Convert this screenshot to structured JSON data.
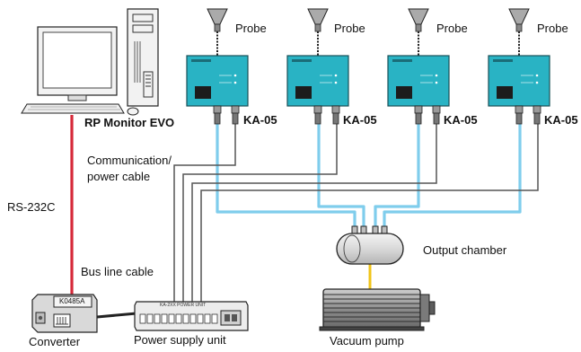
{
  "labels": {
    "probe": "Probe",
    "detector": "KA-05",
    "monitor": "RP Monitor EVO",
    "comm_cable_line1": "Communication/",
    "comm_cable_line2": "power cable",
    "rs232c": "RS-232C",
    "bus_line": "Bus line cable",
    "output_chamber": "Output chamber",
    "converter": "Converter",
    "converter_model": "K0485A",
    "power_supply": "Power supply unit",
    "power_supply_model": "KA-2XX POWER UNIT",
    "vacuum_pump": "Vacuum pump"
  },
  "colors": {
    "detector_body": "#29b3c4",
    "air_tube": "#7fcdec",
    "rs232c_cable": "#d62a3a",
    "pump_hose": "#f0c419",
    "cable_gray": "#555555"
  }
}
